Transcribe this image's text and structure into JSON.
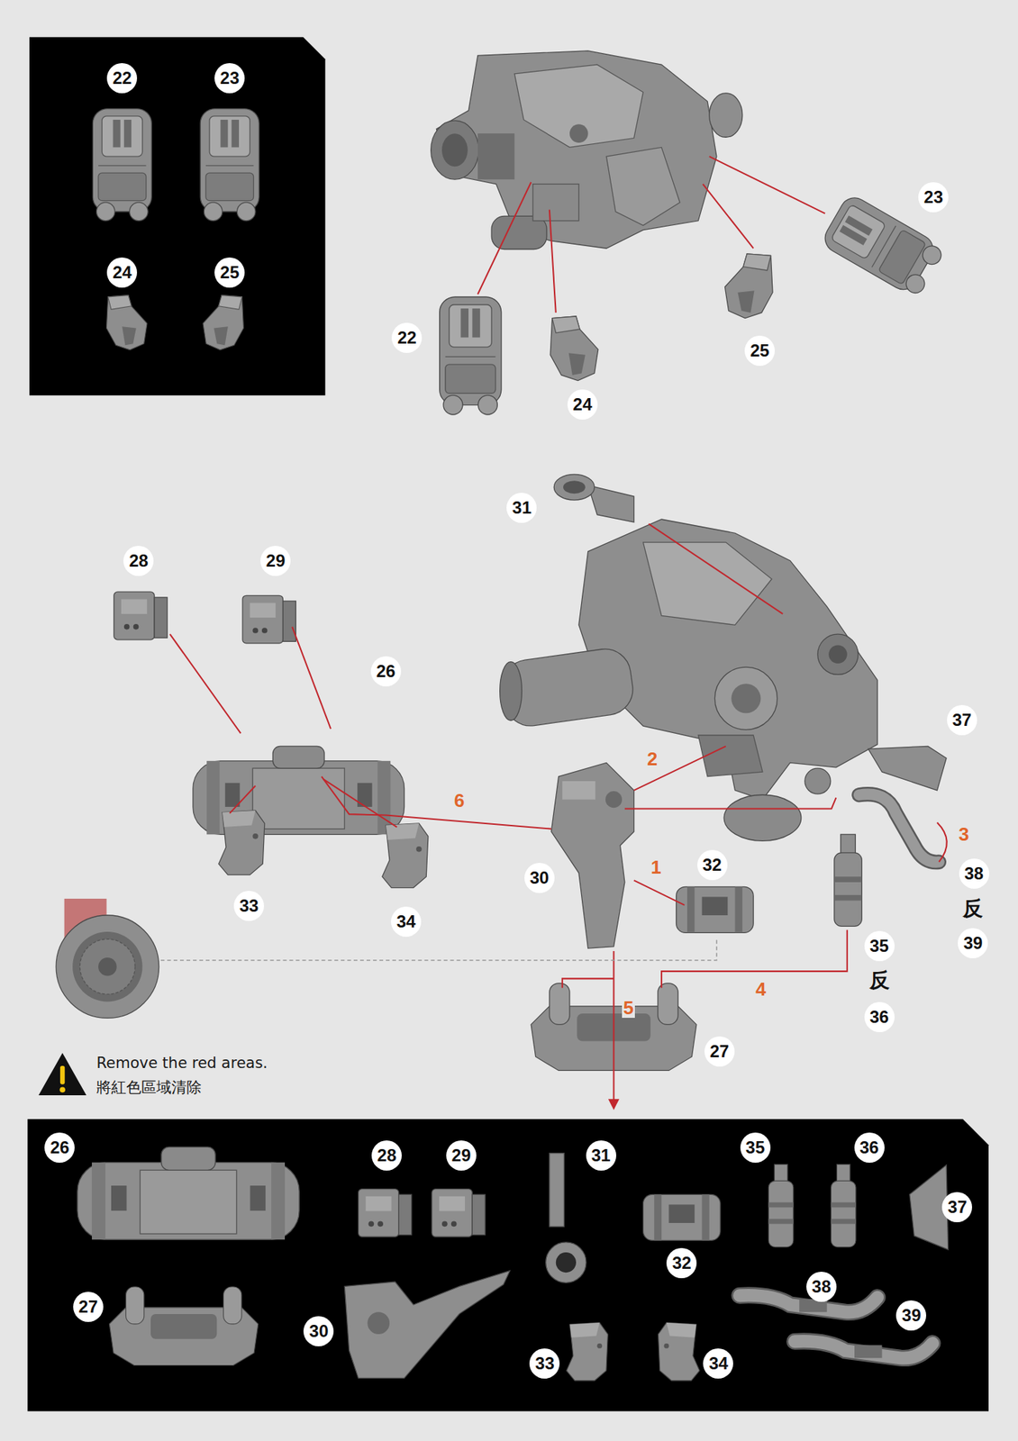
{
  "diagram": {
    "nodes": [
      {
        "text": [
          "22"
        ]
      },
      {
        "text": [
          "23"
        ]
      },
      {
        "text": [
          "24"
        ]
      },
      {
        "text": [
          "25"
        ]
      },
      {
        "text": [
          "23"
        ]
      },
      {
        "text": [
          "22"
        ]
      },
      {
        "text": [
          "25"
        ]
      },
      {
        "text": [
          "24"
        ]
      },
      {
        "text": [
          "31"
        ]
      },
      {
        "text": [
          "28"
        ]
      },
      {
        "text": [
          "29"
        ]
      },
      {
        "text": [
          "26"
        ]
      },
      {
        "text": [
          "37"
        ]
      },
      {
        "text": [
          "32"
        ]
      },
      {
        "text": [
          "38"
        ]
      },
      {
        "text": [
          "30"
        ]
      },
      {
        "text": [
          "33"
        ]
      },
      {
        "text": [
          "34"
        ]
      },
      {
        "text": [
          "39"
        ]
      },
      {
        "text": [
          "35"
        ]
      },
      {
        "text": [
          "36"
        ]
      },
      {
        "text": [
          "27"
        ]
      },
      {
        "text": [
          "26"
        ]
      },
      {
        "text": [
          "35"
        ]
      },
      {
        "text": [
          "36"
        ]
      },
      {
        "text": [
          "28"
        ]
      },
      {
        "text": [
          "29"
        ]
      },
      {
        "text": [
          "31"
        ]
      },
      {
        "text": [
          "37"
        ]
      },
      {
        "text": [
          "32"
        ]
      },
      {
        "text": [
          "38"
        ]
      },
      {
        "text": [
          "27"
        ]
      },
      {
        "text": [
          "39"
        ]
      },
      {
        "text": [
          "30"
        ]
      },
      {
        "text": [
          "33"
        ]
      },
      {
        "text": [
          "34"
        ]
      }
    ],
    "labels": [
      "2",
      "6",
      "3",
      "1",
      "反",
      "反",
      "4",
      "5",
      "Remove the red areas.",
      "將紅色區域清除"
    ]
  }
}
